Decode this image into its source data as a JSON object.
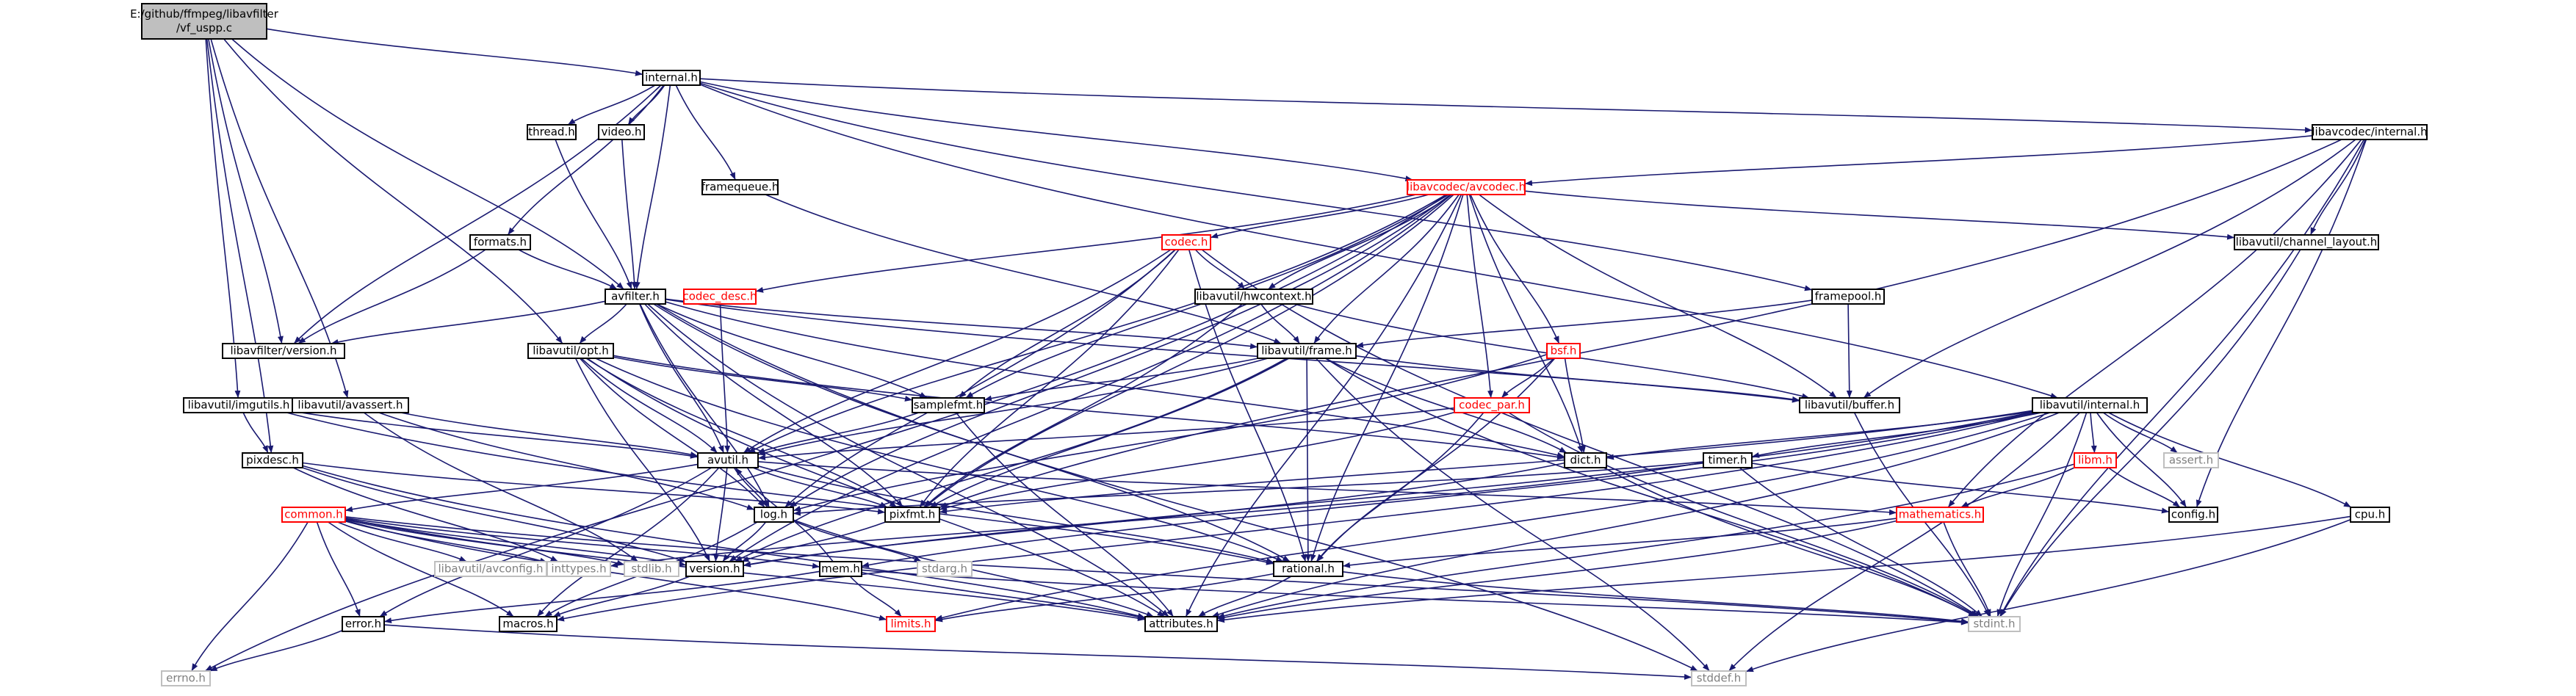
{
  "colors": {
    "edge": "#191970",
    "root_fill": "#bfbfbf",
    "normal_border": "#000000",
    "truncated_border": "#ff0000",
    "external_border": "#bfbfbf",
    "normal_text": "#000000",
    "truncated_text": "#ff0000",
    "external_text": "#7f7f7f"
  },
  "nodes": [
    {
      "id": "root",
      "label": [
        "E:/github/ffmpeg/libavfilter",
        "/vf_uspp.c"
      ],
      "kind": "root"
    },
    {
      "id": "internal_h",
      "label": "internal.h",
      "kind": "normal"
    },
    {
      "id": "thread_h",
      "label": "thread.h",
      "kind": "normal"
    },
    {
      "id": "video_h",
      "label": "video.h",
      "kind": "normal"
    },
    {
      "id": "framequeue_h",
      "label": "framequeue.h",
      "kind": "normal"
    },
    {
      "id": "formats_h",
      "label": "formats.h",
      "kind": "normal"
    },
    {
      "id": "avfilter_h",
      "label": "avfilter.h",
      "kind": "normal"
    },
    {
      "id": "lavfi_version_h",
      "label": "libavfilter/version.h",
      "kind": "normal"
    },
    {
      "id": "lavc_avcodec_h",
      "label": "libavcodec/avcodec.h",
      "kind": "truncated"
    },
    {
      "id": "codec_h",
      "label": "codec.h",
      "kind": "truncated"
    },
    {
      "id": "codec_desc_h",
      "label": "codec_desc.h",
      "kind": "truncated"
    },
    {
      "id": "hwcontext_h",
      "label": "libavutil/hwcontext.h",
      "kind": "normal"
    },
    {
      "id": "framepool_h",
      "label": "framepool.h",
      "kind": "normal"
    },
    {
      "id": "lavc_internal_h",
      "label": "libavcodec/internal.h",
      "kind": "normal"
    },
    {
      "id": "channel_layout_h",
      "label": "libavutil/channel_layout.h",
      "kind": "normal"
    },
    {
      "id": "opt_h",
      "label": "libavutil/opt.h",
      "kind": "normal"
    },
    {
      "id": "frame_h",
      "label": "libavutil/frame.h",
      "kind": "normal"
    },
    {
      "id": "bsf_h",
      "label": "bsf.h",
      "kind": "truncated"
    },
    {
      "id": "buffer_h",
      "label": "libavutil/buffer.h",
      "kind": "normal"
    },
    {
      "id": "lavu_internal_h",
      "label": "libavutil/internal.h",
      "kind": "normal"
    },
    {
      "id": "imgutils_h",
      "label": "libavutil/imgutils.h",
      "kind": "normal"
    },
    {
      "id": "avassert_h",
      "label": "libavutil/avassert.h",
      "kind": "normal"
    },
    {
      "id": "samplefmt_h",
      "label": "samplefmt.h",
      "kind": "normal"
    },
    {
      "id": "codec_par_h",
      "label": "codec_par.h",
      "kind": "truncated"
    },
    {
      "id": "pixdesc_h",
      "label": "pixdesc.h",
      "kind": "normal"
    },
    {
      "id": "avutil_h",
      "label": "avutil.h",
      "kind": "normal"
    },
    {
      "id": "dict_h",
      "label": "dict.h",
      "kind": "normal"
    },
    {
      "id": "timer_h",
      "label": "timer.h",
      "kind": "normal"
    },
    {
      "id": "libm_h",
      "label": "libm.h",
      "kind": "truncated"
    },
    {
      "id": "assert_h",
      "label": "assert.h",
      "kind": "external"
    },
    {
      "id": "log_h",
      "label": "log.h",
      "kind": "normal"
    },
    {
      "id": "pixfmt_h",
      "label": "pixfmt.h",
      "kind": "normal"
    },
    {
      "id": "mathematics_h",
      "label": "mathematics.h",
      "kind": "truncated"
    },
    {
      "id": "config_h",
      "label": "config.h",
      "kind": "normal"
    },
    {
      "id": "cpu_h",
      "label": "cpu.h",
      "kind": "normal"
    },
    {
      "id": "common_h",
      "label": "common.h",
      "kind": "truncated"
    },
    {
      "id": "avconfig_h",
      "label": "libavutil/avconfig.h",
      "kind": "external"
    },
    {
      "id": "inttypes_h",
      "label": "inttypes.h",
      "kind": "external"
    },
    {
      "id": "stdlib_h",
      "label": "stdlib.h",
      "kind": "external"
    },
    {
      "id": "version_h",
      "label": "version.h",
      "kind": "normal"
    },
    {
      "id": "stdarg_h",
      "label": "stdarg.h",
      "kind": "external"
    },
    {
      "id": "rational_h",
      "label": "rational.h",
      "kind": "normal"
    },
    {
      "id": "mem_h",
      "label": "mem.h",
      "kind": "normal"
    },
    {
      "id": "error_h",
      "label": "error.h",
      "kind": "normal"
    },
    {
      "id": "macros_h",
      "label": "macros.h",
      "kind": "normal"
    },
    {
      "id": "limits_h",
      "label": "limits.h",
      "kind": "truncated"
    },
    {
      "id": "attributes_h",
      "label": "attributes.h",
      "kind": "normal"
    },
    {
      "id": "stdint_h",
      "label": "stdint.h",
      "kind": "external"
    },
    {
      "id": "errno_h",
      "label": "errno.h",
      "kind": "external"
    },
    {
      "id": "stddef_h",
      "label": "stddef.h",
      "kind": "external"
    }
  ],
  "edges": [
    [
      "root",
      "internal_h"
    ],
    [
      "root",
      "avfilter_h"
    ],
    [
      "root",
      "lavfi_version_h"
    ],
    [
      "root",
      "imgutils_h"
    ],
    [
      "root",
      "avassert_h"
    ],
    [
      "root",
      "opt_h"
    ],
    [
      "root",
      "pixdesc_h"
    ],
    [
      "internal_h",
      "thread_h"
    ],
    [
      "internal_h",
      "video_h"
    ],
    [
      "internal_h",
      "framequeue_h"
    ],
    [
      "internal_h",
      "formats_h"
    ],
    [
      "internal_h",
      "avfilter_h"
    ],
    [
      "internal_h",
      "lavfi_version_h"
    ],
    [
      "internal_h",
      "lavc_avcodec_h"
    ],
    [
      "internal_h",
      "lavc_internal_h"
    ],
    [
      "internal_h",
      "lavu_internal_h"
    ],
    [
      "internal_h",
      "framepool_h"
    ],
    [
      "thread_h",
      "avfilter_h"
    ],
    [
      "video_h",
      "avfilter_h"
    ],
    [
      "framequeue_h",
      "frame_h"
    ],
    [
      "formats_h",
      "avfilter_h"
    ],
    [
      "formats_h",
      "lavfi_version_h"
    ],
    [
      "avfilter_h",
      "lavfi_version_h"
    ],
    [
      "avfilter_h",
      "opt_h"
    ],
    [
      "avfilter_h",
      "frame_h"
    ],
    [
      "avfilter_h",
      "samplefmt_h"
    ],
    [
      "avfilter_h",
      "avutil_h"
    ],
    [
      "avfilter_h",
      "dict_h"
    ],
    [
      "avfilter_h",
      "log_h"
    ],
    [
      "avfilter_h",
      "pixfmt_h"
    ],
    [
      "avfilter_h",
      "rational_h"
    ],
    [
      "avfilter_h",
      "buffer_h"
    ],
    [
      "avfilter_h",
      "attributes_h"
    ],
    [
      "avfilter_h",
      "stddef_h"
    ],
    [
      "lavc_avcodec_h",
      "codec_h"
    ],
    [
      "lavc_avcodec_h",
      "codec_desc_h"
    ],
    [
      "lavc_avcodec_h",
      "hwcontext_h"
    ],
    [
      "lavc_avcodec_h",
      "frame_h"
    ],
    [
      "lavc_avcodec_h",
      "bsf_h"
    ],
    [
      "lavc_avcodec_h",
      "codec_par_h"
    ],
    [
      "lavc_avcodec_h",
      "buffer_h"
    ],
    [
      "lavc_avcodec_h",
      "channel_layout_h"
    ],
    [
      "lavc_avcodec_h",
      "dict_h"
    ],
    [
      "lavc_avcodec_h",
      "samplefmt_h"
    ],
    [
      "lavc_avcodec_h",
      "avutil_h"
    ],
    [
      "lavc_avcodec_h",
      "log_h"
    ],
    [
      "lavc_avcodec_h",
      "pixfmt_h"
    ],
    [
      "lavc_avcodec_h",
      "rational_h"
    ],
    [
      "lavc_avcodec_h",
      "attributes_h"
    ],
    [
      "lavc_avcodec_h",
      "errno_h"
    ],
    [
      "lavc_avcodec_h",
      "version_h"
    ],
    [
      "codec_h",
      "hwcontext_h"
    ],
    [
      "codec_h",
      "samplefmt_h"
    ],
    [
      "codec_h",
      "avutil_h"
    ],
    [
      "codec_h",
      "log_h"
    ],
    [
      "codec_h",
      "pixfmt_h"
    ],
    [
      "codec_h",
      "rational_h"
    ],
    [
      "codec_h",
      "stdint_h"
    ],
    [
      "codec_desc_h",
      "avutil_h"
    ],
    [
      "hwcontext_h",
      "frame_h"
    ],
    [
      "hwcontext_h",
      "buffer_h"
    ],
    [
      "hwcontext_h",
      "pixfmt_h"
    ],
    [
      "framepool_h",
      "frame_h"
    ],
    [
      "framepool_h",
      "buffer_h"
    ],
    [
      "lavc_internal_h",
      "lavc_avcodec_h"
    ],
    [
      "lavc_internal_h",
      "channel_layout_h"
    ],
    [
      "lavc_internal_h",
      "buffer_h"
    ],
    [
      "lavc_internal_h",
      "mathematics_h"
    ],
    [
      "lavc_internal_h",
      "pixfmt_h"
    ],
    [
      "lavc_internal_h",
      "config_h"
    ],
    [
      "lavc_internal_h",
      "stdint_h"
    ],
    [
      "channel_layout_h",
      "stdint_h"
    ],
    [
      "opt_h",
      "rational_h"
    ],
    [
      "opt_h",
      "avutil_h"
    ],
    [
      "opt_h",
      "dict_h"
    ],
    [
      "opt_h",
      "log_h"
    ],
    [
      "opt_h",
      "pixfmt_h"
    ],
    [
      "opt_h",
      "samplefmt_h"
    ],
    [
      "opt_h",
      "version_h"
    ],
    [
      "opt_h",
      "attributes_h"
    ],
    [
      "frame_h",
      "avutil_h"
    ],
    [
      "frame_h",
      "buffer_h"
    ],
    [
      "frame_h",
      "dict_h"
    ],
    [
      "frame_h",
      "rational_h"
    ],
    [
      "frame_h",
      "samplefmt_h"
    ],
    [
      "frame_h",
      "pixfmt_h"
    ],
    [
      "frame_h",
      "version_h"
    ],
    [
      "frame_h",
      "stdint_h"
    ],
    [
      "frame_h",
      "stddef_h"
    ],
    [
      "bsf_h",
      "codec_par_h"
    ],
    [
      "bsf_h",
      "dict_h"
    ],
    [
      "bsf_h",
      "log_h"
    ],
    [
      "bsf_h",
      "rational_h"
    ],
    [
      "buffer_h",
      "stdint_h"
    ],
    [
      "lavu_internal_h",
      "assert_h"
    ],
    [
      "lavu_internal_h",
      "config_h"
    ],
    [
      "lavu_internal_h",
      "attributes_h"
    ],
    [
      "lavu_internal_h",
      "timer_h"
    ],
    [
      "lavu_internal_h",
      "cpu_h"
    ],
    [
      "lavu_internal_h",
      "dict_h"
    ],
    [
      "lavu_internal_h",
      "macros_h"
    ],
    [
      "lavu_internal_h",
      "mem_h"
    ],
    [
      "lavu_internal_h",
      "pixfmt_h"
    ],
    [
      "lavu_internal_h",
      "version_h"
    ],
    [
      "lavu_internal_h",
      "libm_h"
    ],
    [
      "lavu_internal_h",
      "stdint_h"
    ],
    [
      "lavu_internal_h",
      "stddef_h"
    ],
    [
      "lavu_internal_h",
      "limits_h"
    ],
    [
      "imgutils_h",
      "avutil_h"
    ],
    [
      "imgutils_h",
      "pixdesc_h"
    ],
    [
      "imgutils_h",
      "rational_h"
    ],
    [
      "avassert_h",
      "avutil_h"
    ],
    [
      "avassert_h",
      "log_h"
    ],
    [
      "avassert_h",
      "stdlib_h"
    ],
    [
      "samplefmt_h",
      "avutil_h"
    ],
    [
      "samplefmt_h",
      "attributes_h"
    ],
    [
      "codec_par_h",
      "avutil_h"
    ],
    [
      "codec_par_h",
      "rational_h"
    ],
    [
      "codec_par_h",
      "pixfmt_h"
    ],
    [
      "codec_par_h",
      "stdint_h"
    ],
    [
      "pixdesc_h",
      "attributes_h"
    ],
    [
      "pixdesc_h",
      "pixfmt_h"
    ],
    [
      "pixdesc_h",
      "version_h"
    ],
    [
      "pixdesc_h",
      "inttypes_h"
    ],
    [
      "avutil_h",
      "common_h"
    ],
    [
      "avutil_h",
      "error_h"
    ],
    [
      "avutil_h",
      "rational_h"
    ],
    [
      "avutil_h",
      "version_h"
    ],
    [
      "avutil_h",
      "macros_h"
    ],
    [
      "avutil_h",
      "mathematics_h"
    ],
    [
      "avutil_h",
      "log_h"
    ],
    [
      "avutil_h",
      "pixfmt_h"
    ],
    [
      "dict_h",
      "stdint_h"
    ],
    [
      "dict_h",
      "version_h"
    ],
    [
      "timer_h",
      "config_h"
    ],
    [
      "timer_h",
      "log_h"
    ],
    [
      "timer_h",
      "inttypes_h"
    ],
    [
      "timer_h",
      "stdint_h"
    ],
    [
      "libm_h",
      "config_h"
    ],
    [
      "libm_h",
      "attributes_h"
    ],
    [
      "libm_h",
      "mathematics_h"
    ],
    [
      "log_h",
      "attributes_h"
    ],
    [
      "log_h",
      "version_h"
    ],
    [
      "log_h",
      "macros_h"
    ],
    [
      "log_h",
      "stdarg_h"
    ],
    [
      "pixfmt_h",
      "version_h"
    ],
    [
      "mathematics_h",
      "attributes_h"
    ],
    [
      "mathematics_h",
      "rational_h"
    ],
    [
      "mathematics_h",
      "stdint_h"
    ],
    [
      "cpu_h",
      "stddef_h"
    ],
    [
      "cpu_h",
      "attributes_h"
    ],
    [
      "common_h",
      "attributes_h"
    ],
    [
      "common_h",
      "macros_h"
    ],
    [
      "common_h",
      "version_h"
    ],
    [
      "common_h",
      "avconfig_h"
    ],
    [
      "common_h",
      "inttypes_h"
    ],
    [
      "common_h",
      "stdlib_h"
    ],
    [
      "common_h",
      "errno_h"
    ],
    [
      "common_h",
      "mem_h"
    ],
    [
      "common_h",
      "error_h"
    ],
    [
      "common_h",
      "limits_h"
    ],
    [
      "common_h",
      "stdint_h"
    ],
    [
      "version_h",
      "macros_h"
    ],
    [
      "rational_h",
      "attributes_h"
    ],
    [
      "rational_h",
      "stdint_h"
    ],
    [
      "rational_h",
      "limits_h"
    ],
    [
      "mem_h",
      "attributes_h"
    ],
    [
      "mem_h",
      "error_h"
    ],
    [
      "mem_h",
      "avutil_h"
    ],
    [
      "mem_h",
      "limits_h"
    ],
    [
      "mem_h",
      "stdint_h"
    ],
    [
      "error_h",
      "errno_h"
    ],
    [
      "error_h",
      "stddef_h"
    ]
  ]
}
